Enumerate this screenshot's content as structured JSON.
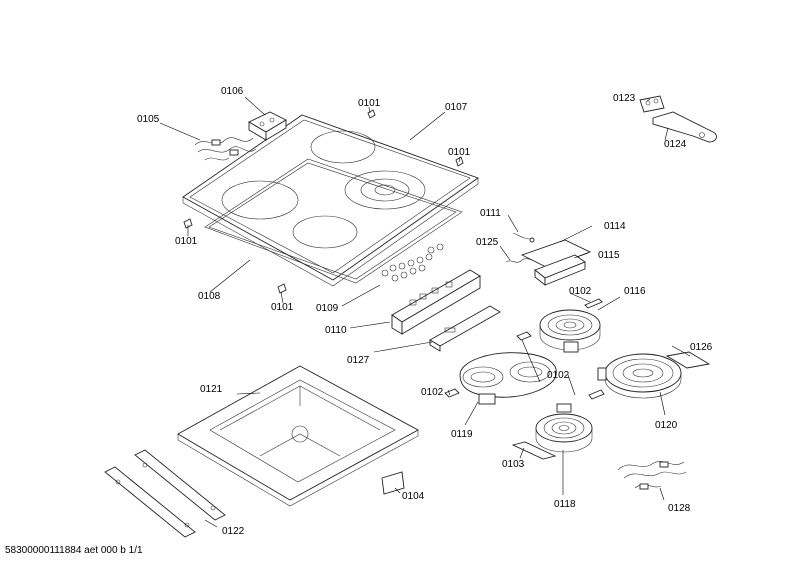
{
  "footer": "58300000111884 aet 000 b 1/1",
  "part_numbers": {
    "p0101": "0101",
    "p0102": "0102",
    "p0103": "0103",
    "p0104": "0104",
    "p0105": "0105",
    "p0106": "0106",
    "p0107": "0107",
    "p0108": "0108",
    "p0109": "0109",
    "p0110": "0110",
    "p0111": "0111",
    "p0114": "0114",
    "p0115": "0115",
    "p0116": "0116",
    "p0118": "0118",
    "p0119": "0119",
    "p0120": "0120",
    "p0121": "0121",
    "p0122": "0122",
    "p0123": "0123",
    "p0124": "0124",
    "p0125": "0125",
    "p0126": "0126",
    "p0127": "0127",
    "p0128": "0128"
  }
}
